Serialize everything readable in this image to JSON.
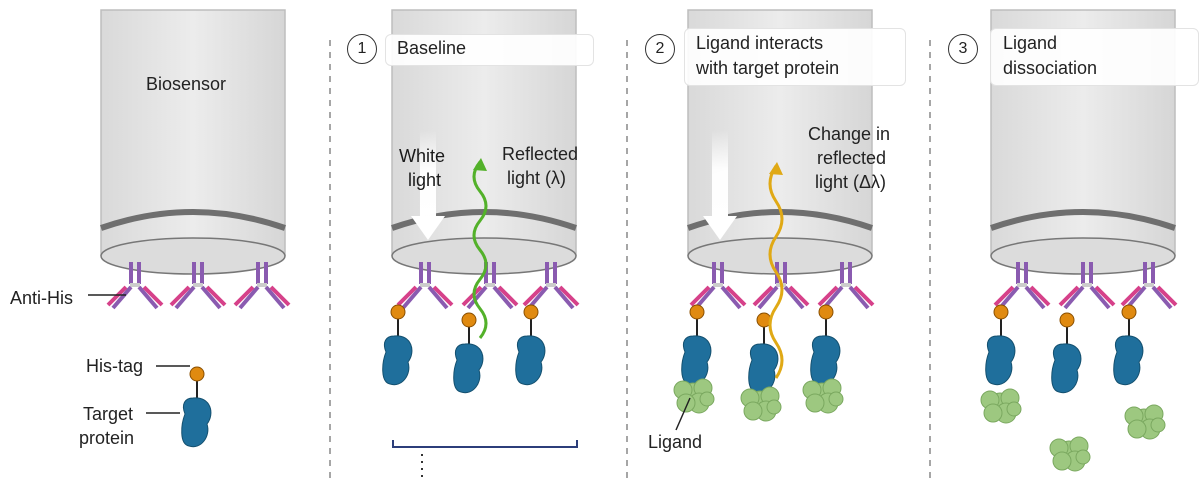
{
  "panel0": {
    "sensor_label": "Biosensor"
  },
  "labels": {
    "anti_his": "Anti-His",
    "his_tag": "His-tag",
    "target_protein_line1": "Target",
    "target_protein_line2": "protein",
    "ligand": "Ligand"
  },
  "steps": [
    {
      "number": "1",
      "title_line1": "Baseline",
      "title_line2": ""
    },
    {
      "number": "2",
      "title_line1": "Ligand interacts",
      "title_line2": "with target protein"
    },
    {
      "number": "3",
      "title_line1": "Ligand",
      "title_line2": "dissociation"
    }
  ],
  "light": {
    "white_line1": "White",
    "white_line2": "light",
    "reflected_line1": "Reflected",
    "reflected_line2": "light (λ)",
    "change_line1": "Change in",
    "change_line2": "reflected",
    "change_line3": "light (Δλ)"
  },
  "colors": {
    "sensor": "#e6e6e6",
    "sensor_edge": "#bdbdbd",
    "arc": "#6f6f6f",
    "antibody_heavy": "#8a5bb0",
    "antibody_light": "#d6418a",
    "his_tag": "#e08a10",
    "protein": "#1f6f9c",
    "ligand": "#9dc880",
    "reflected": "#53b12a",
    "reflected_shift": "#e0a915",
    "divider": "#888888",
    "bracket": "#2c3e7a"
  }
}
